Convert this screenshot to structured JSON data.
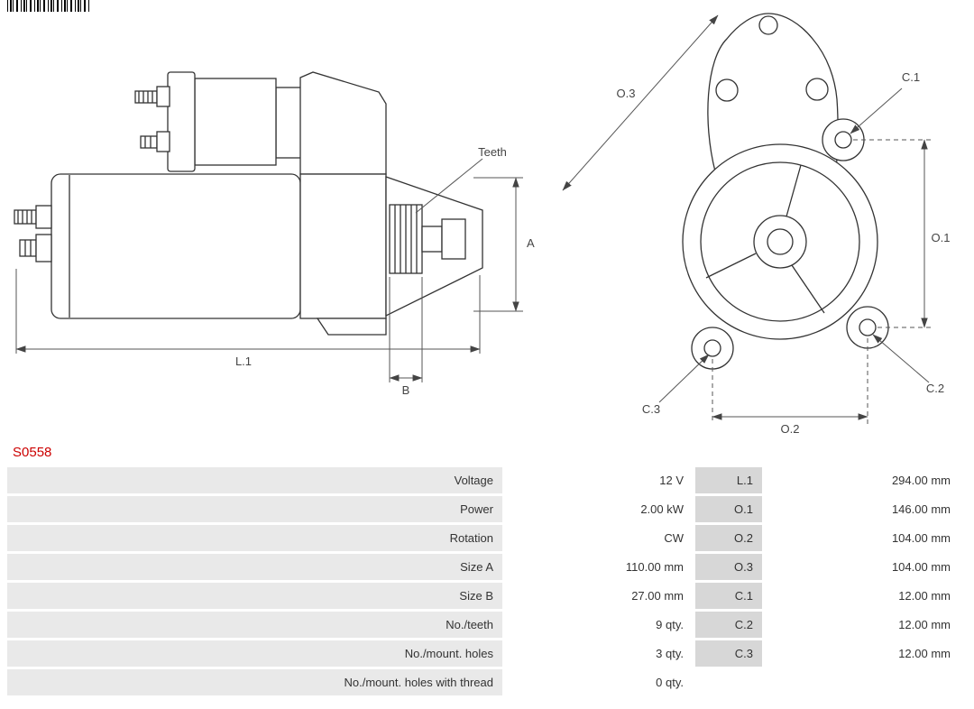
{
  "part_number": "S0558",
  "colors": {
    "red": "#cc0000",
    "label_bg": "#e9e9e9",
    "dim_bg": "#d7d7d7",
    "line": "#333333"
  },
  "diagram": {
    "side_labels": {
      "teeth": "Teeth",
      "a": "A",
      "l1": "L.1",
      "b": "B"
    },
    "front_labels": {
      "o3": "O.3",
      "c1": "C.1",
      "o1": "O.1",
      "c3": "C.3",
      "o2": "O.2",
      "c2": "C.2"
    }
  },
  "table": {
    "rows": [
      {
        "label": "Voltage",
        "value": "12 V",
        "dim": "L.1",
        "dim_value": "294.00 mm"
      },
      {
        "label": "Power",
        "value": "2.00 kW",
        "dim": "O.1",
        "dim_value": "146.00 mm"
      },
      {
        "label": "Rotation",
        "value": "CW",
        "dim": "O.2",
        "dim_value": "104.00 mm"
      },
      {
        "label": "Size A",
        "value": "110.00 mm",
        "dim": "O.3",
        "dim_value": "104.00 mm"
      },
      {
        "label": "Size B",
        "value": "27.00 mm",
        "dim": "C.1",
        "dim_value": "12.00 mm"
      },
      {
        "label": "No./teeth",
        "value": "9 qty.",
        "dim": "C.2",
        "dim_value": "12.00 mm"
      },
      {
        "label": "No./mount. holes",
        "value": "3 qty.",
        "dim": "C.3",
        "dim_value": "12.00 mm"
      },
      {
        "label": "No./mount. holes with thread",
        "value": "0 qty.",
        "dim": "",
        "dim_value": ""
      }
    ]
  }
}
